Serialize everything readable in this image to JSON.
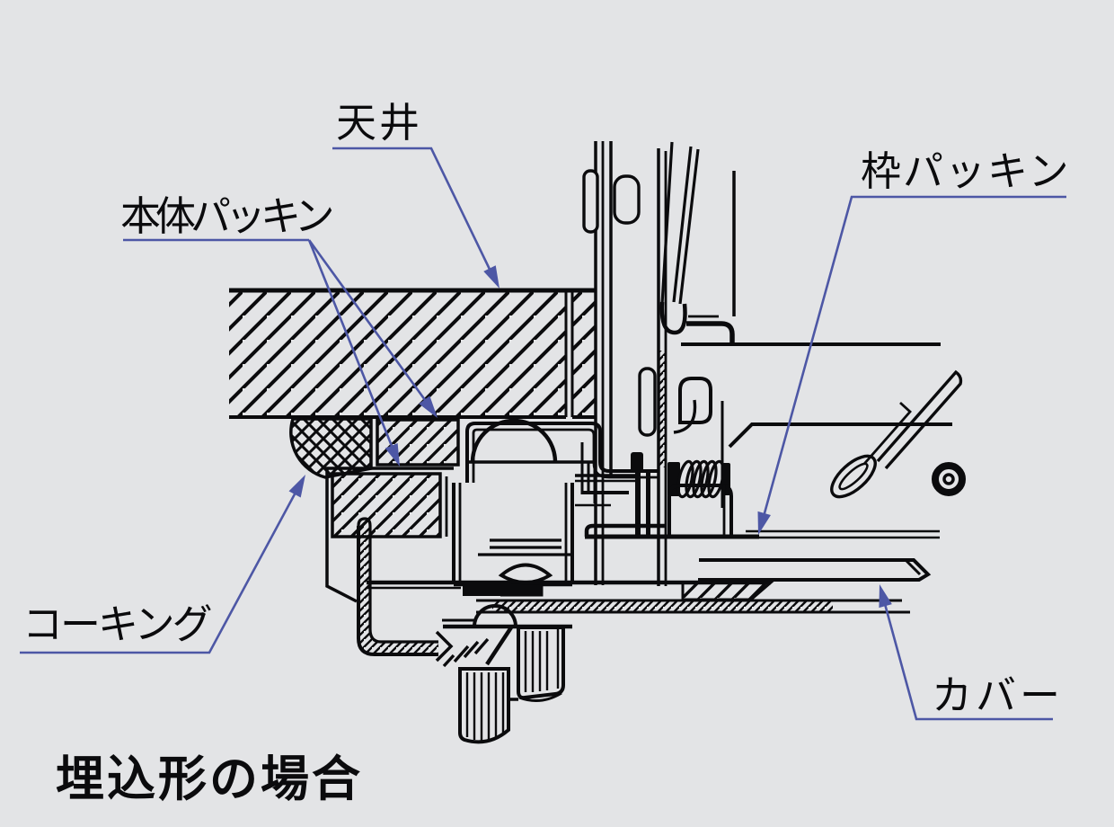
{
  "diagram": {
    "type": "technical-section-drawing",
    "background_color": "#e3e4e6",
    "line_color": "#0b0b0d",
    "leader_color": "#4d57a5",
    "title": {
      "text": "埋込形の場合"
    },
    "labels": {
      "ceiling": {
        "text": "天井"
      },
      "body_packing": {
        "text": "本体パッキン"
      },
      "frame_packing": {
        "text": "枠パッキン"
      },
      "caulking": {
        "text": "コーキング"
      },
      "cover": {
        "text": "カバー"
      }
    }
  }
}
